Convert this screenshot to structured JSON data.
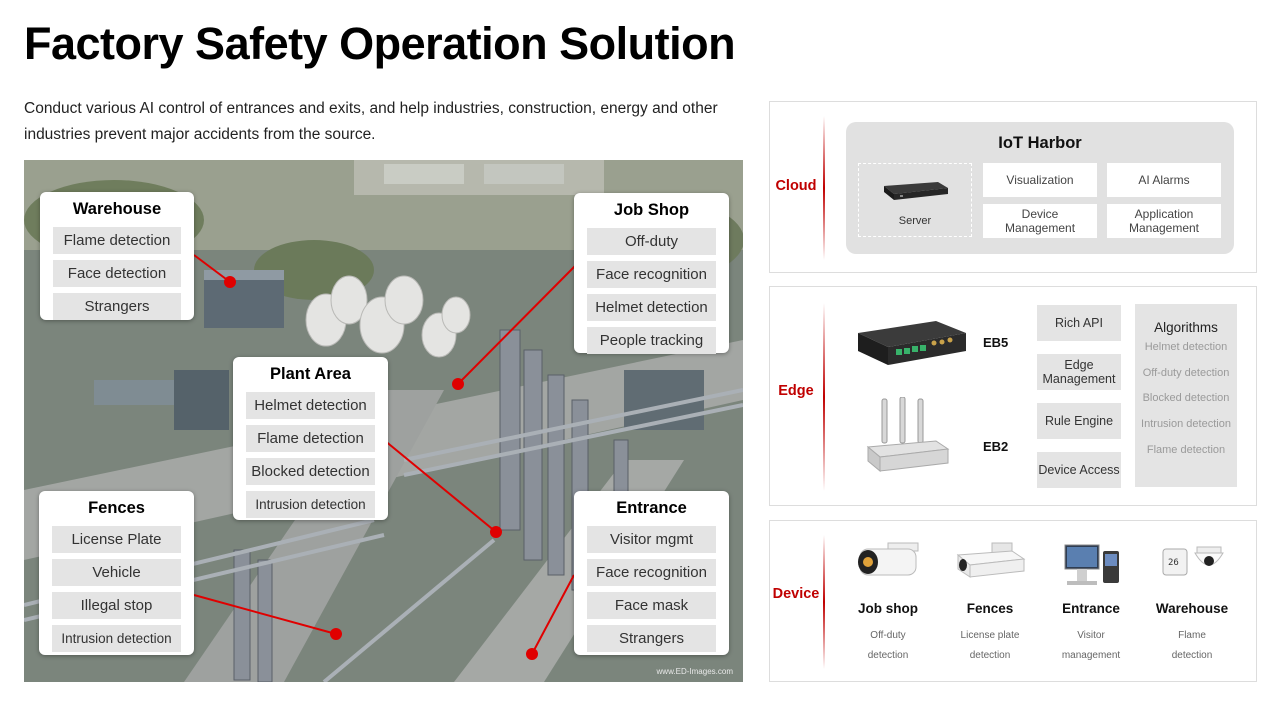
{
  "page": {
    "title": "Factory Safety Operation Solution",
    "subtitle": "Conduct various AI control of entrances and exits, and help industries, construction, energy and other industries prevent major accidents from the source."
  },
  "photo": {
    "watermark": "www.ED-Images.com"
  },
  "cards": {
    "warehouse": {
      "title": "Warehouse",
      "items": [
        "Flame detection",
        "Face detection",
        "Strangers"
      ]
    },
    "job_shop": {
      "title": "Job Shop",
      "items": [
        "Off-duty",
        "Face recognition",
        "Helmet detection",
        "People tracking"
      ]
    },
    "plant_area": {
      "title": "Plant Area",
      "items": [
        "Helmet detection",
        "Flame detection",
        "Blocked detection",
        "Intrusion detection"
      ]
    },
    "fences": {
      "title": "Fences",
      "items": [
        "License Plate",
        "Vehicle",
        "Illegal stop",
        "Intrusion detection"
      ]
    },
    "entrance": {
      "title": "Entrance",
      "items": [
        "Visitor mgmt",
        "Face recognition",
        "Face mask",
        "Strangers"
      ]
    }
  },
  "cloud": {
    "label": "Cloud",
    "harbor_title": "IoT Harbor",
    "server_label": "Server",
    "boxes": [
      "Visualization",
      "AI Alarms",
      "Device Management",
      "Application Management"
    ]
  },
  "edge": {
    "label": "Edge",
    "eb5": "EB5",
    "eb2": "EB2",
    "boxes": [
      "Rich API",
      "Edge Management",
      "Rule Engine",
      "Device Access"
    ],
    "algorithms_title": "Algorithms",
    "algorithms": [
      "Helmet detection",
      "Off-duty detection",
      "Blocked detection",
      "Intrusion detection",
      "Flame detection"
    ]
  },
  "device": {
    "label": "Device",
    "items": [
      {
        "name": "Job shop",
        "desc1": "Off-duty",
        "desc2": "detection",
        "icon": "bullet-camera-icon"
      },
      {
        "name": "Fences",
        "desc1": "License plate",
        "desc2": "detection",
        "icon": "lpr-camera-icon"
      },
      {
        "name": "Entrance",
        "desc1": "Visitor",
        "desc2": "management",
        "icon": "visitor-terminal-icon"
      },
      {
        "name": "Warehouse",
        "desc1": "Flame",
        "desc2": "detection",
        "icon": "sensor-dome-camera-icon"
      }
    ]
  },
  "colors": {
    "accent_red": "#c00000",
    "marker_red": "#e00000",
    "panel_gray": "#e4e4e4"
  }
}
